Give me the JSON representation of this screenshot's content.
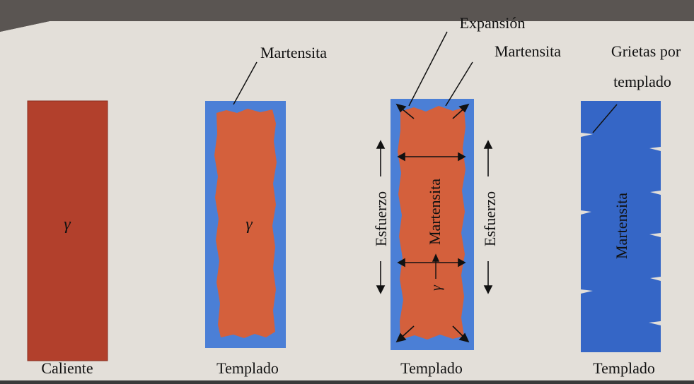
{
  "panels": [
    {
      "caption": "Caliente",
      "inner_label": "γ"
    },
    {
      "caption": "Templado",
      "inner_label": "γ",
      "callout": "Martensita"
    },
    {
      "caption": "Templado",
      "callout_top": "Expansión",
      "callout_right": "Martensita",
      "vertical_main": "Martensita",
      "vertical_left": "Esfuerzo",
      "vertical_right": "Esfuerzo",
      "inner_small": "γ"
    },
    {
      "caption": "Templado",
      "callout_line1": "Grietas por",
      "callout_line2": "templado",
      "vertical_main": "Martensita"
    }
  ],
  "colors": {
    "page": "#e6e2dc",
    "hot_steel": "#b2402c",
    "austenite_core": "#d4603c",
    "martensite_blue": "#4b7fd6",
    "dark_blue": "#3566c6"
  }
}
